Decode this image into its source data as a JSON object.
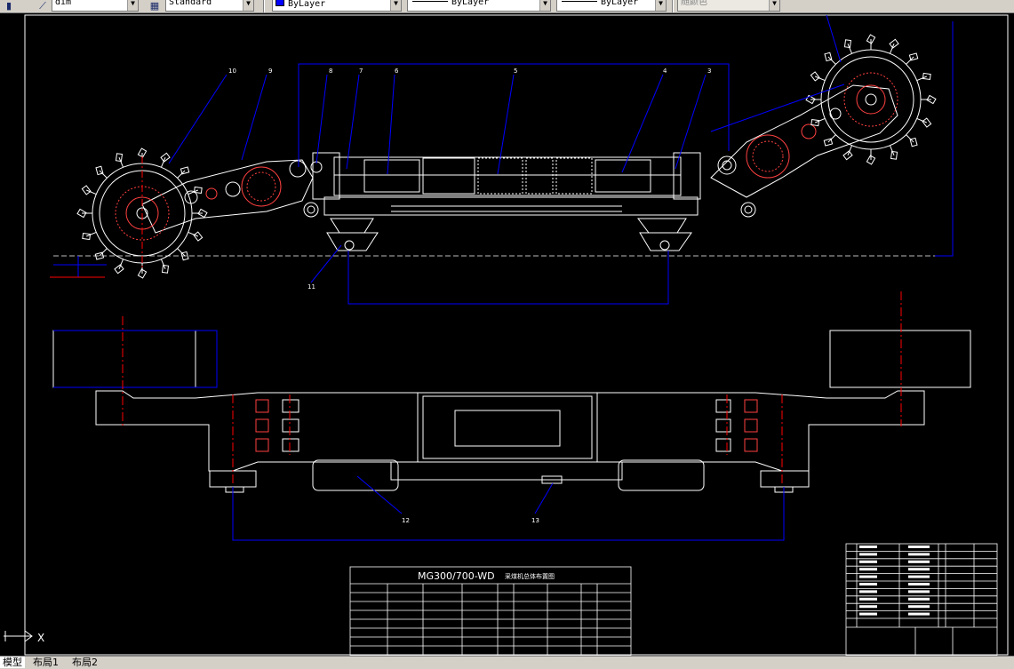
{
  "toolbar": {
    "dim_style": "dim",
    "text_style": "Standard",
    "layer_color": "ByLayer",
    "linetype": "ByLayer",
    "lineweight": "ByLayer",
    "plot_style": "随颜色"
  },
  "drawing": {
    "callouts": {
      "c10": "10",
      "c9": "9",
      "c8": "8",
      "c7": "7",
      "c6": "6",
      "c5": "5",
      "c4": "4",
      "c3": "3",
      "c11": "11",
      "c12": "12",
      "c13": "13"
    },
    "title_block": {
      "title": "MG300/700-WD",
      "subtitle": "采煤机总体布置图"
    },
    "ucs": {
      "x": "X"
    }
  },
  "colors": {
    "background": "#000000",
    "geometry": "#ffffff",
    "dimension": "#0000ff",
    "centerline": "#ff0000",
    "hatch": "#ff4040"
  },
  "layout_tabs": [
    "模型",
    "布局1",
    "布局2"
  ]
}
